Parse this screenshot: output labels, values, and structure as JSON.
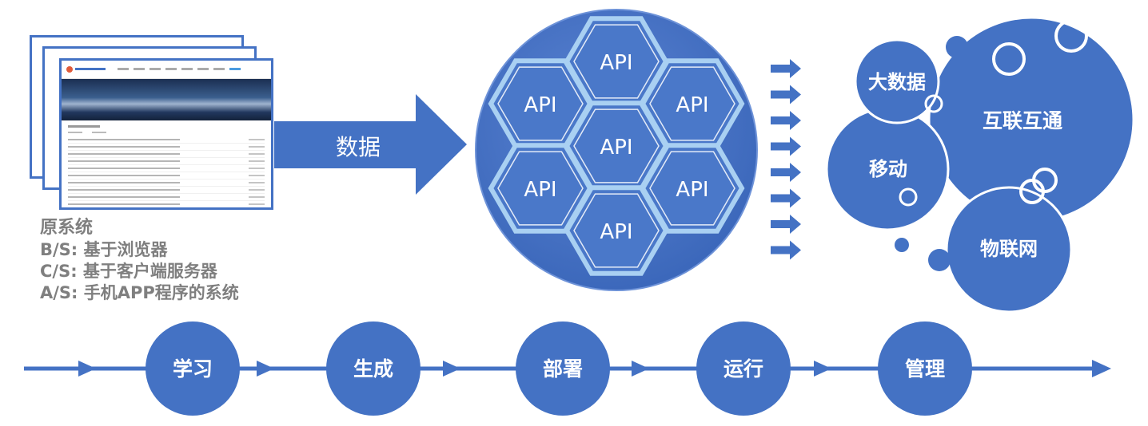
{
  "browser_mock": {
    "nav_items": [
      "",
      "",
      "",
      "",
      "",
      "",
      "",
      ""
    ],
    "section_title": "",
    "rows": [
      "",
      "",
      "",
      "",
      "",
      "",
      "",
      "",
      "",
      ""
    ]
  },
  "original_system": {
    "title": "原系统",
    "lines": [
      "B/S: 基于浏览器",
      "C/S: 基于客户端服务器",
      "A/S: 手机APP程序的系统"
    ]
  },
  "data_arrow_label": "数据",
  "api_labels": [
    "API",
    "API",
    "API",
    "API",
    "API",
    "API",
    "API"
  ],
  "bubbles": {
    "big_data": "大数据",
    "interconnect": "互联互通",
    "mobile": "移动",
    "iot": "物联网"
  },
  "process_steps": [
    "学习",
    "生成",
    "部署",
    "运行",
    "管理"
  ],
  "colors": {
    "primary": "#4472c4",
    "primary_light": "#5b84d3",
    "hex_edge": "#9ec6ee",
    "text_gray": "#7f7f7f"
  }
}
